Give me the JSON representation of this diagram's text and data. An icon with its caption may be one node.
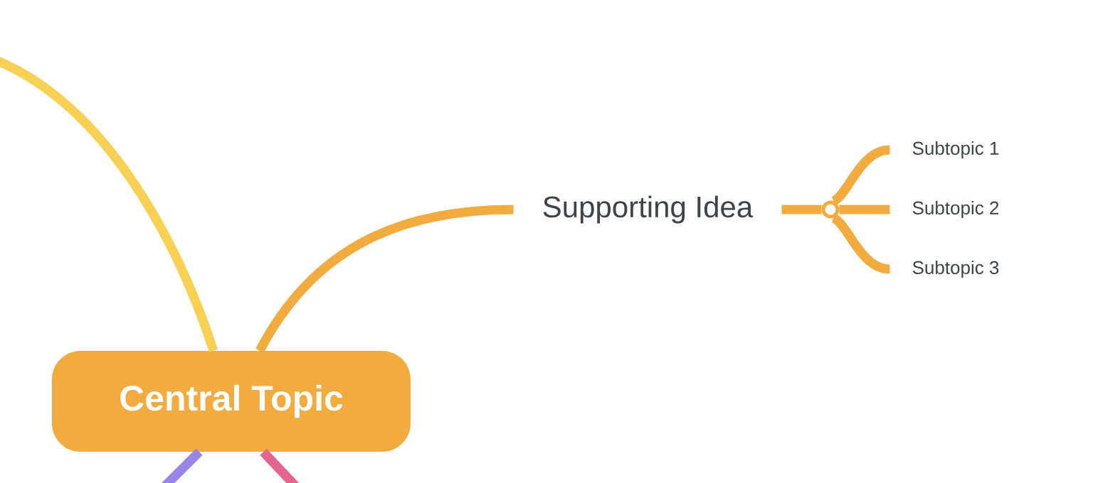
{
  "diagram": {
    "nodes": [
      {
        "text": [
          "Central Topic"
        ]
      },
      {
        "text": [
          "Supporting Idea"
        ]
      },
      {
        "text": [
          "Subtopic 1"
        ]
      },
      {
        "text": [
          "Subtopic 2"
        ]
      },
      {
        "text": [
          "Subtopic 3"
        ]
      },
      {
        "text": [],
        "shape": "circle"
      }
    ],
    "edges": [
      {
        "from": 0,
        "to": 1,
        "arrow": "none"
      },
      {
        "from": 1,
        "to": 5,
        "arrow": "none"
      },
      {
        "from": 5,
        "to": 2,
        "arrow": "none"
      },
      {
        "from": 5,
        "to": 3,
        "arrow": "none"
      },
      {
        "from": 5,
        "to": 4,
        "arrow": "none"
      },
      {
        "from": null,
        "to": 0,
        "arrow": "none",
        "color": "#f8d154"
      },
      {
        "from": 0,
        "to": null,
        "arrow": "none",
        "color": "#9b84e8"
      },
      {
        "from": 0,
        "to": null,
        "arrow": "none",
        "color": "#e5668d"
      }
    ]
  }
}
